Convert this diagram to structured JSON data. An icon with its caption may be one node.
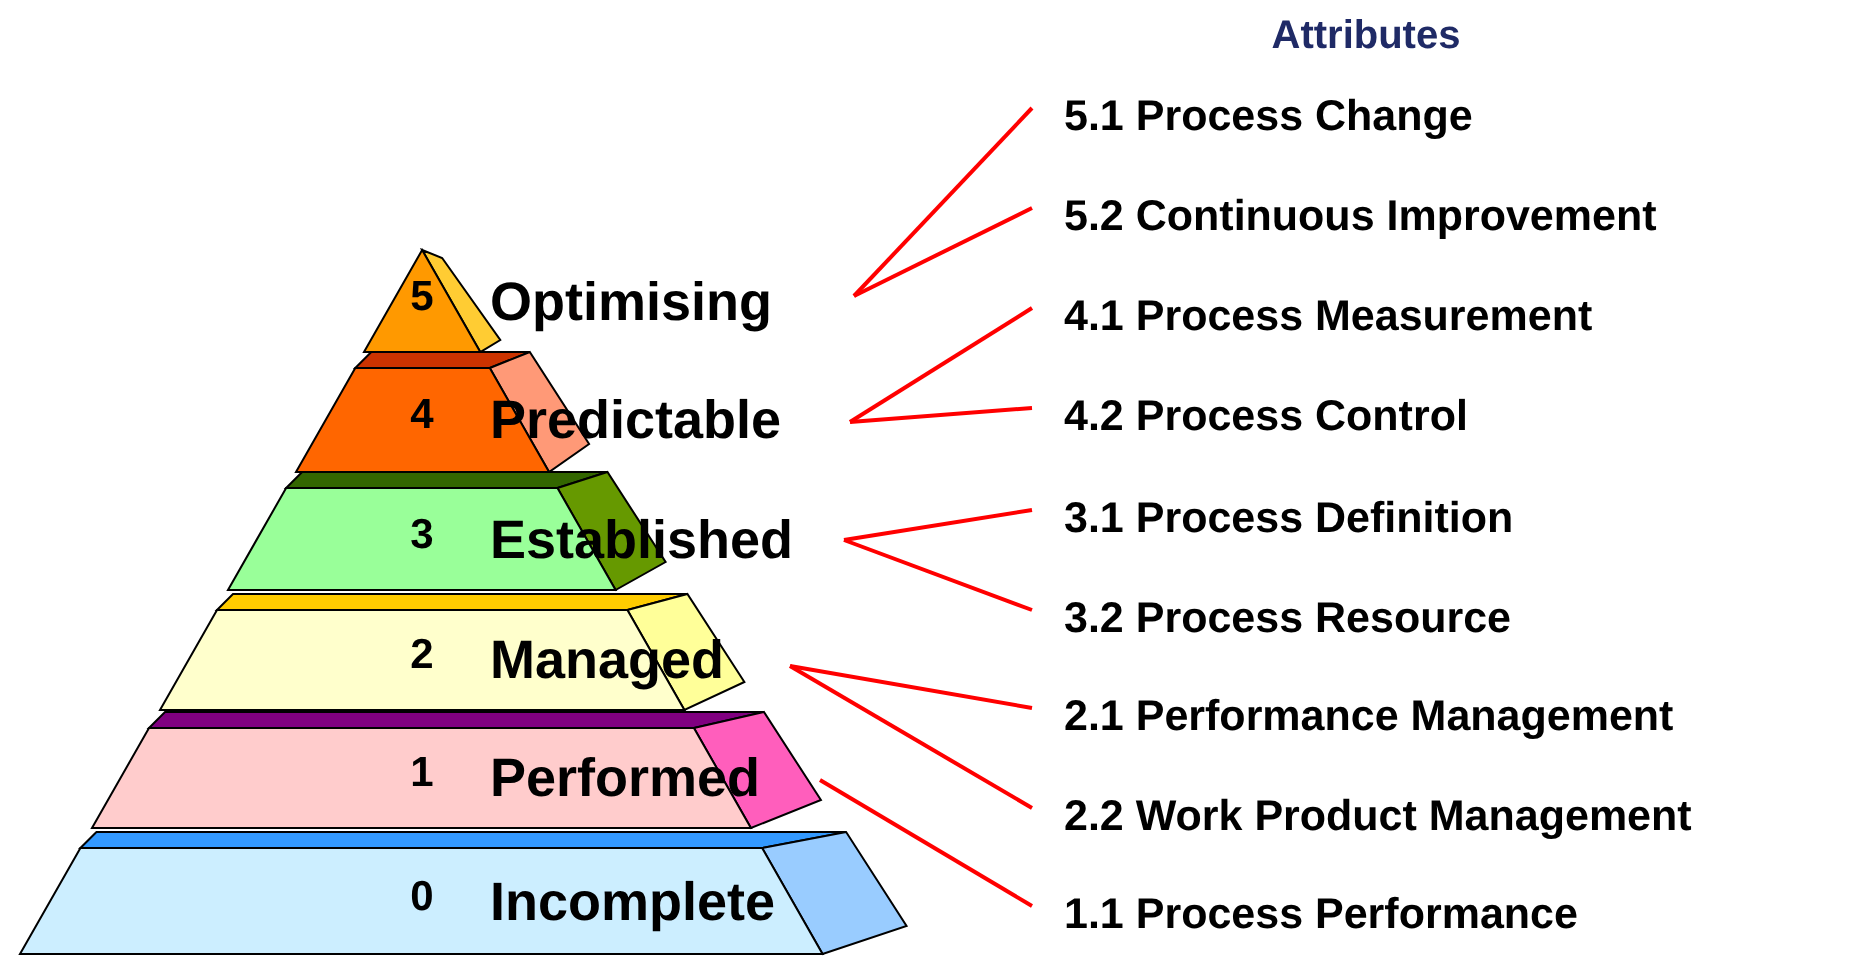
{
  "diagram": {
    "title": "Attributes",
    "nodes": [
      {
        "text": [
          "5",
          "Optimising"
        ]
      },
      {
        "text": [
          "4",
          "Predictable"
        ]
      },
      {
        "text": [
          "3",
          "Established"
        ]
      },
      {
        "text": [
          "2",
          "Managed"
        ]
      },
      {
        "text": [
          "1",
          "Performed"
        ]
      },
      {
        "text": [
          "0",
          "Incomplete"
        ]
      },
      {
        "text": [
          "5.1 Process Change"
        ]
      },
      {
        "text": [
          "5.2 Continuous Improvement"
        ]
      },
      {
        "text": [
          "4.1 Process Measurement"
        ]
      },
      {
        "text": [
          "4.2 Process Control"
        ]
      },
      {
        "text": [
          "3.1 Process Definition"
        ]
      },
      {
        "text": [
          "3.2 Process Resource"
        ]
      },
      {
        "text": [
          "2.1 Performance Management"
        ]
      },
      {
        "text": [
          "2.2 Work Product Management"
        ]
      },
      {
        "text": [
          "1.1 Process Performance"
        ]
      }
    ],
    "edges": [
      {
        "from": 0,
        "to": 6,
        "arrow": "none"
      },
      {
        "from": 0,
        "to": 7,
        "arrow": "none"
      },
      {
        "from": 1,
        "to": 8,
        "arrow": "none"
      },
      {
        "from": 1,
        "to": 9,
        "arrow": "none"
      },
      {
        "from": 2,
        "to": 10,
        "arrow": "none"
      },
      {
        "from": 2,
        "to": 11,
        "arrow": "none"
      },
      {
        "from": 3,
        "to": 12,
        "arrow": "none"
      },
      {
        "from": 3,
        "to": 13,
        "arrow": "none"
      },
      {
        "from": 4,
        "to": 14,
        "arrow": "none"
      }
    ]
  }
}
